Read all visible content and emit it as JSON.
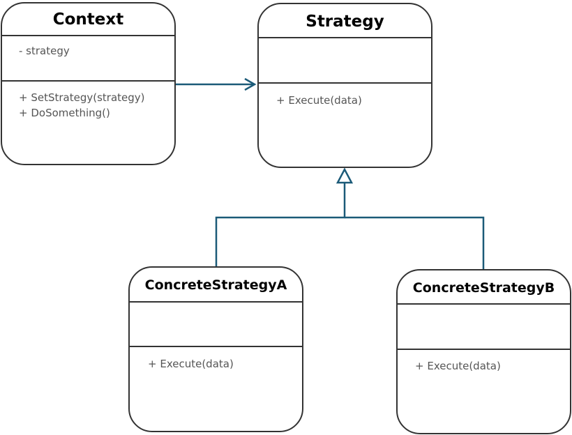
{
  "classes": {
    "context": {
      "name": "Context",
      "attributes": [
        "- strategy"
      ],
      "methods": [
        "+ SetStrategy(strategy)",
        "+ DoSomething()"
      ]
    },
    "strategy": {
      "name": "Strategy",
      "attributes": [],
      "methods": [
        "+ Execute(data)"
      ]
    },
    "concrete_a": {
      "name": "ConcreteStrategyA",
      "attributes": [],
      "methods": [
        "+ Execute(data)"
      ]
    },
    "concrete_b": {
      "name": "ConcreteStrategyB",
      "attributes": [],
      "methods": [
        "+ Execute(data)"
      ]
    }
  },
  "relations": [
    {
      "type": "association",
      "from": "Context",
      "to": "Strategy"
    },
    {
      "type": "inheritance",
      "from": "ConcreteStrategyA",
      "to": "Strategy"
    },
    {
      "type": "inheritance",
      "from": "ConcreteStrategyB",
      "to": "Strategy"
    }
  ],
  "colors": {
    "connector": "#1b5a78",
    "border": "#333333",
    "member_text": "#555555"
  }
}
